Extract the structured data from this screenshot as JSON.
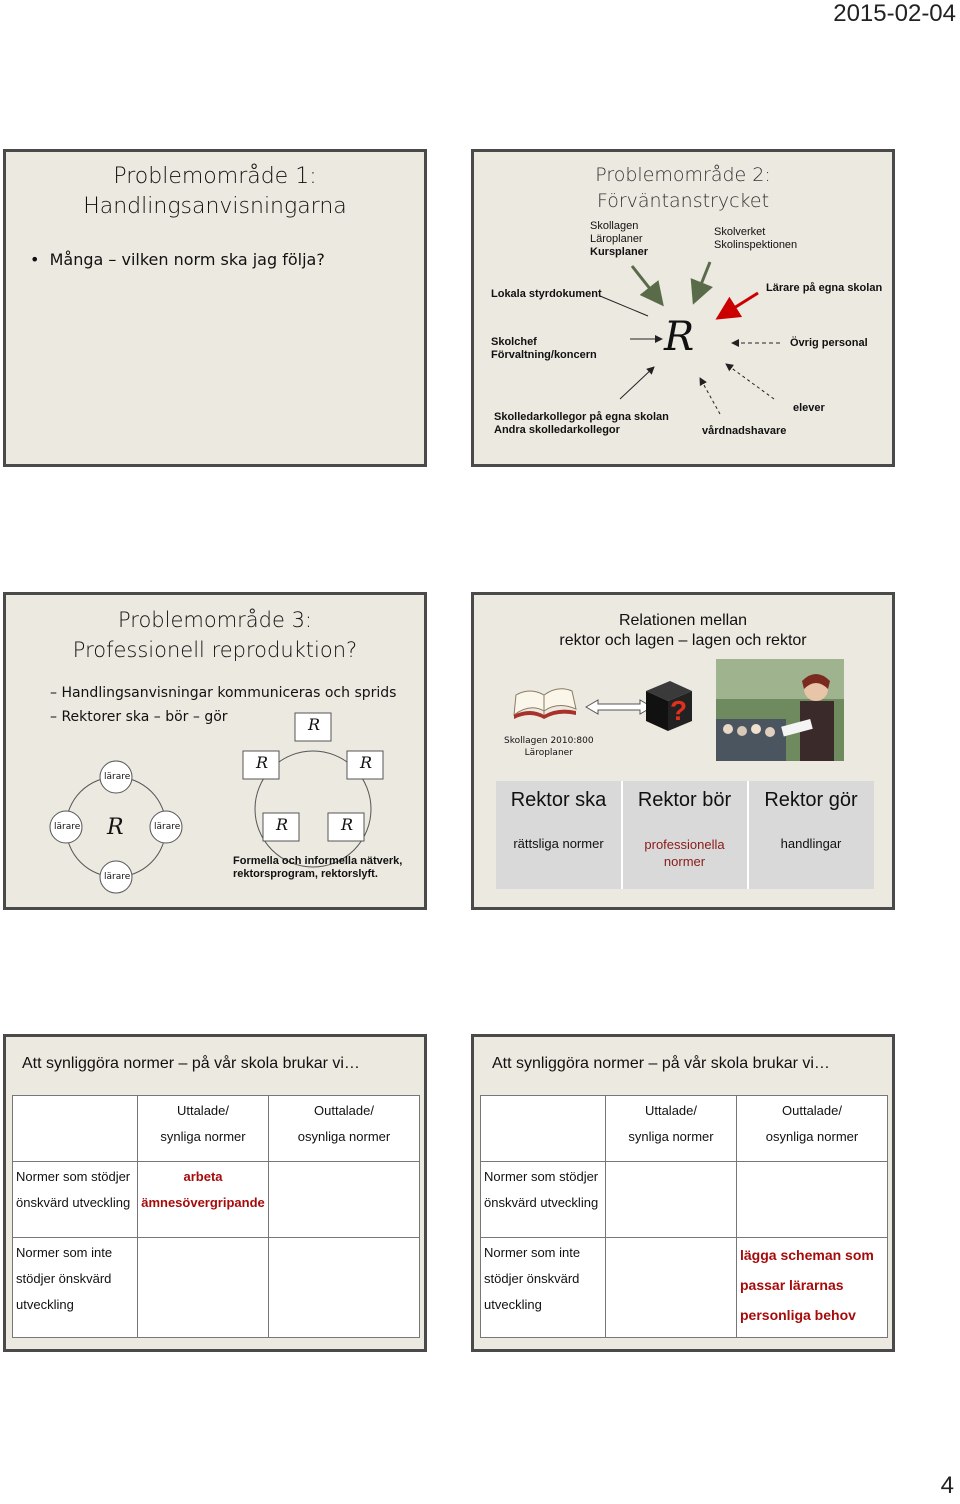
{
  "header": {
    "date": "2015-02-04",
    "page_number": "4"
  },
  "slide1": {
    "title_line1": "Problemområde 1:",
    "title_line2": "Handlingsanvisningarna",
    "bullet": "Många – vilken norm ska jag följa?"
  },
  "slide2": {
    "title_line1": "Problemområde 2:",
    "title_line2": "Förväntanstrycket",
    "center": "R",
    "labels": {
      "skollagen": "Skollagen",
      "laroplaner": "Läroplaner",
      "kursplaner": "Kursplaner",
      "skolverket": "Skolverket",
      "skolinspektionen": "Skolinspektionen",
      "lokala": "Lokala styrdokument",
      "larare_egna": "Lärare på egna skolan",
      "skolchef": "Skolchef",
      "forvaltning": "Förvaltning/koncern",
      "ovrig": "Övrig personal",
      "skolledarkollegor_egna": "Skolledarkollegor på egna skolan",
      "andra_skolledarkollegor": "Andra skolledarkollegor",
      "vardnadshavare": "vårdnadshavare",
      "elever": "elever"
    }
  },
  "slide3": {
    "title_line1": "Problemområde 3:",
    "title_line2": "Professionell reproduktion?",
    "bullet1": "Handlingsanvisningar kommuniceras och sprids",
    "bullet2": "Rektorer ska – bör – gör",
    "r": "R",
    "larare": "lärare",
    "caption_line1": "Formella och informella nätverk,",
    "caption_line2": "rektorsprogram, rektorslyft."
  },
  "slide4": {
    "title_line1": "Relationen mellan",
    "title_line2": "rektor och lagen – lagen och rektor",
    "book_caption1": "Skollagen 2010:800",
    "book_caption2": "Läroplaner",
    "question": "?",
    "columns": [
      {
        "head": "Rektor ska",
        "sub1": "rättsliga normer",
        "sub2": ""
      },
      {
        "head": "Rektor bör",
        "sub1": "professionella",
        "sub2": "normer"
      },
      {
        "head": "Rektor gör",
        "sub1": "handlingar",
        "sub2": ""
      }
    ]
  },
  "slide5": {
    "title": "Att synliggöra normer – på vår skola brukar vi…",
    "head1a": "Uttalade/",
    "head1b": "synliga normer",
    "head2a": "Outtalade/",
    "head2b": "osynliga normer",
    "row1a": "Normer som stödjer",
    "row1b": "önskvärd utveckling",
    "row1_cell1a": "arbeta",
    "row1_cell1b": "ämnesövergripande",
    "row2a": "Normer som inte",
    "row2b": "stödjer önskvärd",
    "row2c": "utveckling"
  },
  "slide6": {
    "title": "Att synliggöra normer – på vår skola brukar vi…",
    "head1a": "Uttalade/",
    "head1b": "synliga normer",
    "head2a": "Outtalade/",
    "head2b": "osynliga normer",
    "row1a": "Normer som stödjer",
    "row1b": "önskvärd utveckling",
    "row2a": "Normer som inte",
    "row2b": "stödjer önskvärd",
    "row2c": "utveckling",
    "row2_cell2a": "lägga scheman som",
    "row2_cell2b": "passar lärarnas",
    "row2_cell2c": "personliga behov"
  }
}
